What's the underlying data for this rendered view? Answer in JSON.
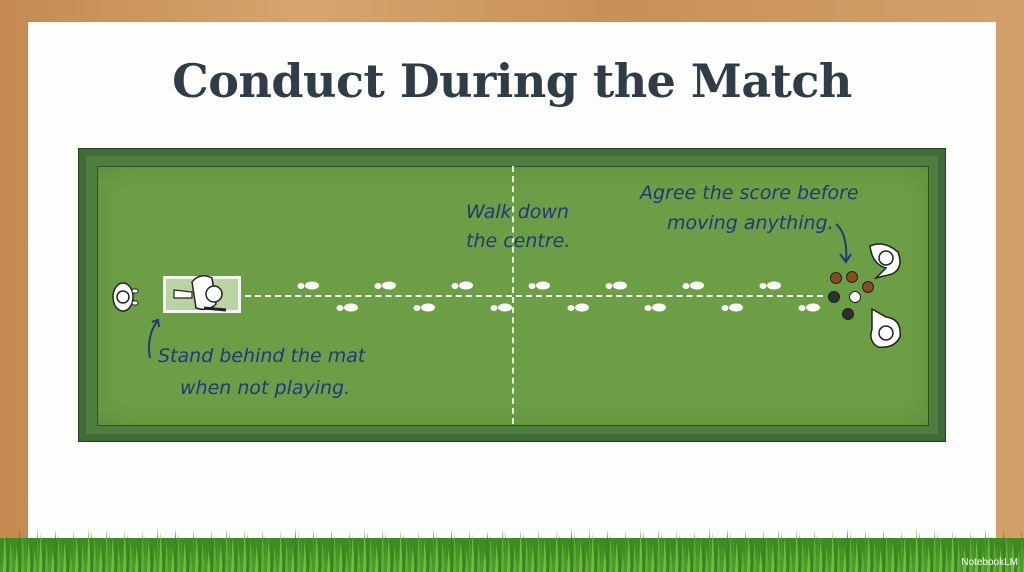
{
  "title": "Conduct During the Match",
  "annotations": {
    "walk": [
      "Walk down",
      "the centre."
    ],
    "agree": [
      "Agree the score before",
      "moving anything."
    ],
    "stand": [
      "Stand behind the mat",
      "when not playing."
    ]
  },
  "bowls": [
    {
      "color": "#8b4a22"
    },
    {
      "color": "#8b4a22"
    },
    {
      "color": "#8b4a22"
    },
    {
      "color": "#2c3232"
    },
    {
      "color": "#ffffff"
    },
    {
      "color": "#2c3232"
    }
  ],
  "footprint_pairs": 7,
  "watermark": "NotebookLM",
  "colors": {
    "green": "#6c9f45",
    "ink": "#283480",
    "title": "#2e3d46"
  }
}
